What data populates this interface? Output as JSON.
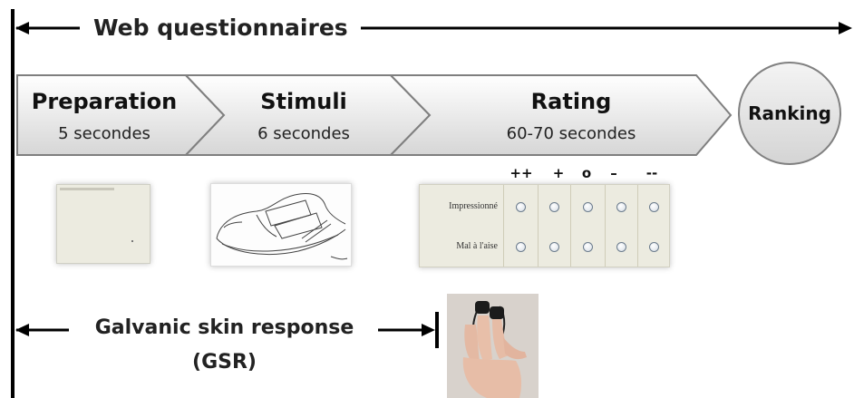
{
  "top_heading": "Web questionnaires",
  "stages": [
    {
      "title": "Preparation",
      "subtitle": "5 secondes"
    },
    {
      "title": "Stimuli",
      "subtitle": "6 secondes"
    },
    {
      "title": "Rating",
      "subtitle": "60-70 secondes"
    }
  ],
  "ranking": "Ranking",
  "rating_scale": [
    "++",
    "+",
    "o",
    "–",
    "--"
  ],
  "rating_rows": [
    "Impressionné",
    "Mal à l'aise"
  ],
  "gsr_heading_line1": "Galvanic skin response",
  "gsr_heading_line2": "(GSR)",
  "colors": {
    "chevron_fill_top": "#ffffff",
    "chevron_fill_bottom": "#d9d9d9",
    "chevron_stroke": "#7f7f7f",
    "thumbnail_background": "#ecebe0",
    "arrow": "#000000"
  }
}
